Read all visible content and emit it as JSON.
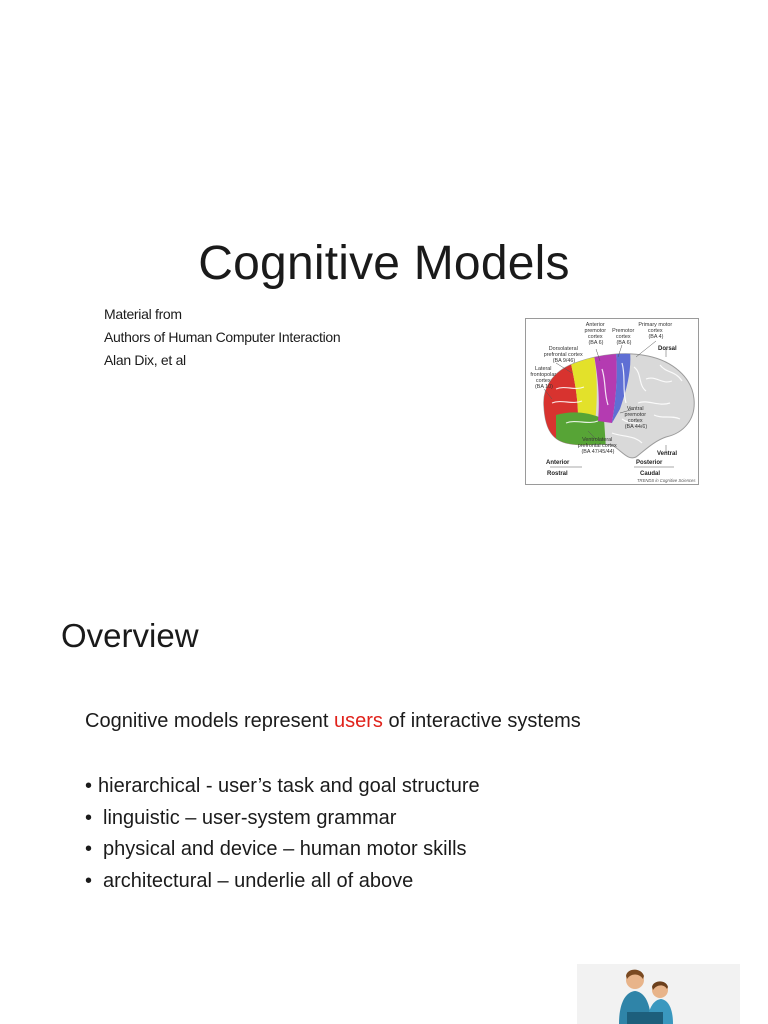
{
  "slide1": {
    "title": "Cognitive Models",
    "credits": [
      "Material from",
      "Authors of Human Computer Interaction",
      "Alan Dix, et al"
    ],
    "figure": {
      "labels": {
        "anterior_premotor": [
          "Anterior",
          "premotor",
          "cortex",
          "(BA 6)"
        ],
        "premotor": [
          "Premotor",
          "cortex",
          "(BA 6)"
        ],
        "primary_motor": [
          "Primary motor",
          "cortex",
          "(BA 4)"
        ],
        "dorsolateral": [
          "Dorsolateral",
          "prefrontal cortex",
          "(BA 9/46)"
        ],
        "dorsal": "Dorsal",
        "lateral_frontopolar": [
          "Lateral",
          "frontopolar",
          "cortex",
          "(BA 10)"
        ],
        "ventral_premotor": [
          "Ventral",
          "premotor",
          "cortex",
          "(BA 44/6)"
        ],
        "ventrolateral": [
          "Ventrolateral",
          "prefrontal cortex",
          "(BA 47/45/44)"
        ],
        "ventral": "Ventral",
        "anterior": "Anterior",
        "rostral": "Rostral",
        "posterior": "Posterior",
        "caudal": "Caudal",
        "credit": "TRENDS in Cognitive Sciences"
      },
      "colors": {
        "red": "#d8332f",
        "yellow": "#e3e12a",
        "green": "#57a436",
        "magenta": "#b43bb1",
        "blue": "#5f6fd4",
        "brain": "#d9d9d9"
      }
    }
  },
  "slide2": {
    "title": "Overview",
    "intro_before": "Cognitive models represent ",
    "intro_highlight": "users",
    "intro_after": " of interactive systems",
    "highlight_color": "#e0221b",
    "bullet_glyph": "•",
    "bullets": [
      "hierarchical -  user’s task and goal structure",
      "linguistic – user-system grammar",
      "physical and device – human motor skills",
      "architectural – underlie all of above"
    ]
  }
}
